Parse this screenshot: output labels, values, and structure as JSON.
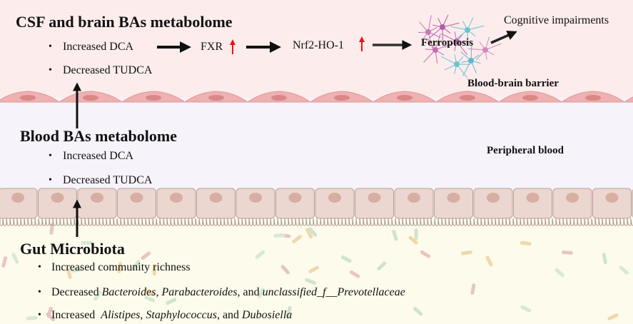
{
  "colors": {
    "brain_bg": "#fcecec",
    "blood_bg": "#f6f3fb",
    "gut_bg": "#fdfbec",
    "bbb_cell": "#efb1b1",
    "bbb_nucleus": "#d98888",
    "epi_cell": "#ecd6d0",
    "epi_nucleus": "#d7aea3",
    "red_arrow": "#ee1111"
  },
  "brain": {
    "title": "CSF and brain BAs metabolome",
    "items": [
      "Increased DCA",
      "Decreased TUDCA"
    ],
    "pathway": {
      "fxr": "FXR",
      "nrf2": "Nrf2-HO-1",
      "ferroptosis": "Ferroptosis",
      "outcome": "Cognitive impairments"
    },
    "barrier_label": "Blood-brain barrier"
  },
  "blood": {
    "title": "Blood BAs metabolome",
    "items": [
      "Increased DCA",
      "Decreased TUDCA"
    ],
    "label": "Peripheral blood"
  },
  "gut": {
    "title": "Gut Microbiota",
    "item1": "Increased community richness",
    "item2": {
      "p1": "Decreased ",
      "i1": "Bacteroides",
      "p2": ", ",
      "i2": "Parabacteroides",
      "p3": ", and ",
      "i3": "unclassified_f__Prevotellaceae"
    },
    "item3": {
      "p1": "Increased  ",
      "i1": "Alistipes",
      "p2": ", ",
      "i2": "Staphylococcus",
      "p3": ", and ",
      "i3": "Dubosiella"
    }
  },
  "bullet": "•"
}
